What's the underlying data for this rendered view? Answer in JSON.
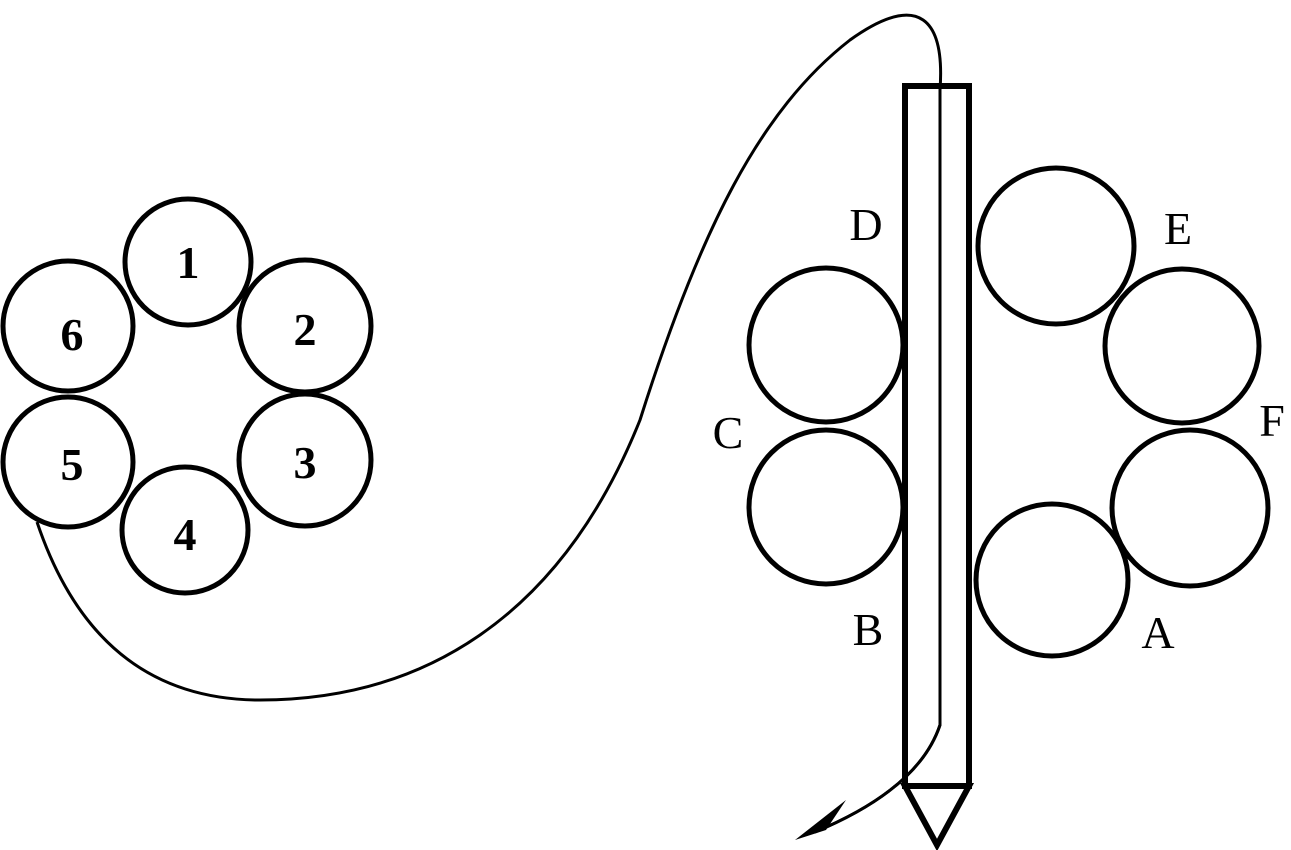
{
  "left_circle_numbers": [
    "1",
    "2",
    "3",
    "4",
    "5",
    "6"
  ],
  "right_circle_labels": [
    "A",
    "B",
    "C",
    "D",
    "E",
    "F"
  ],
  "colors": {
    "stroke": "#000000",
    "background": "#ffffff"
  }
}
